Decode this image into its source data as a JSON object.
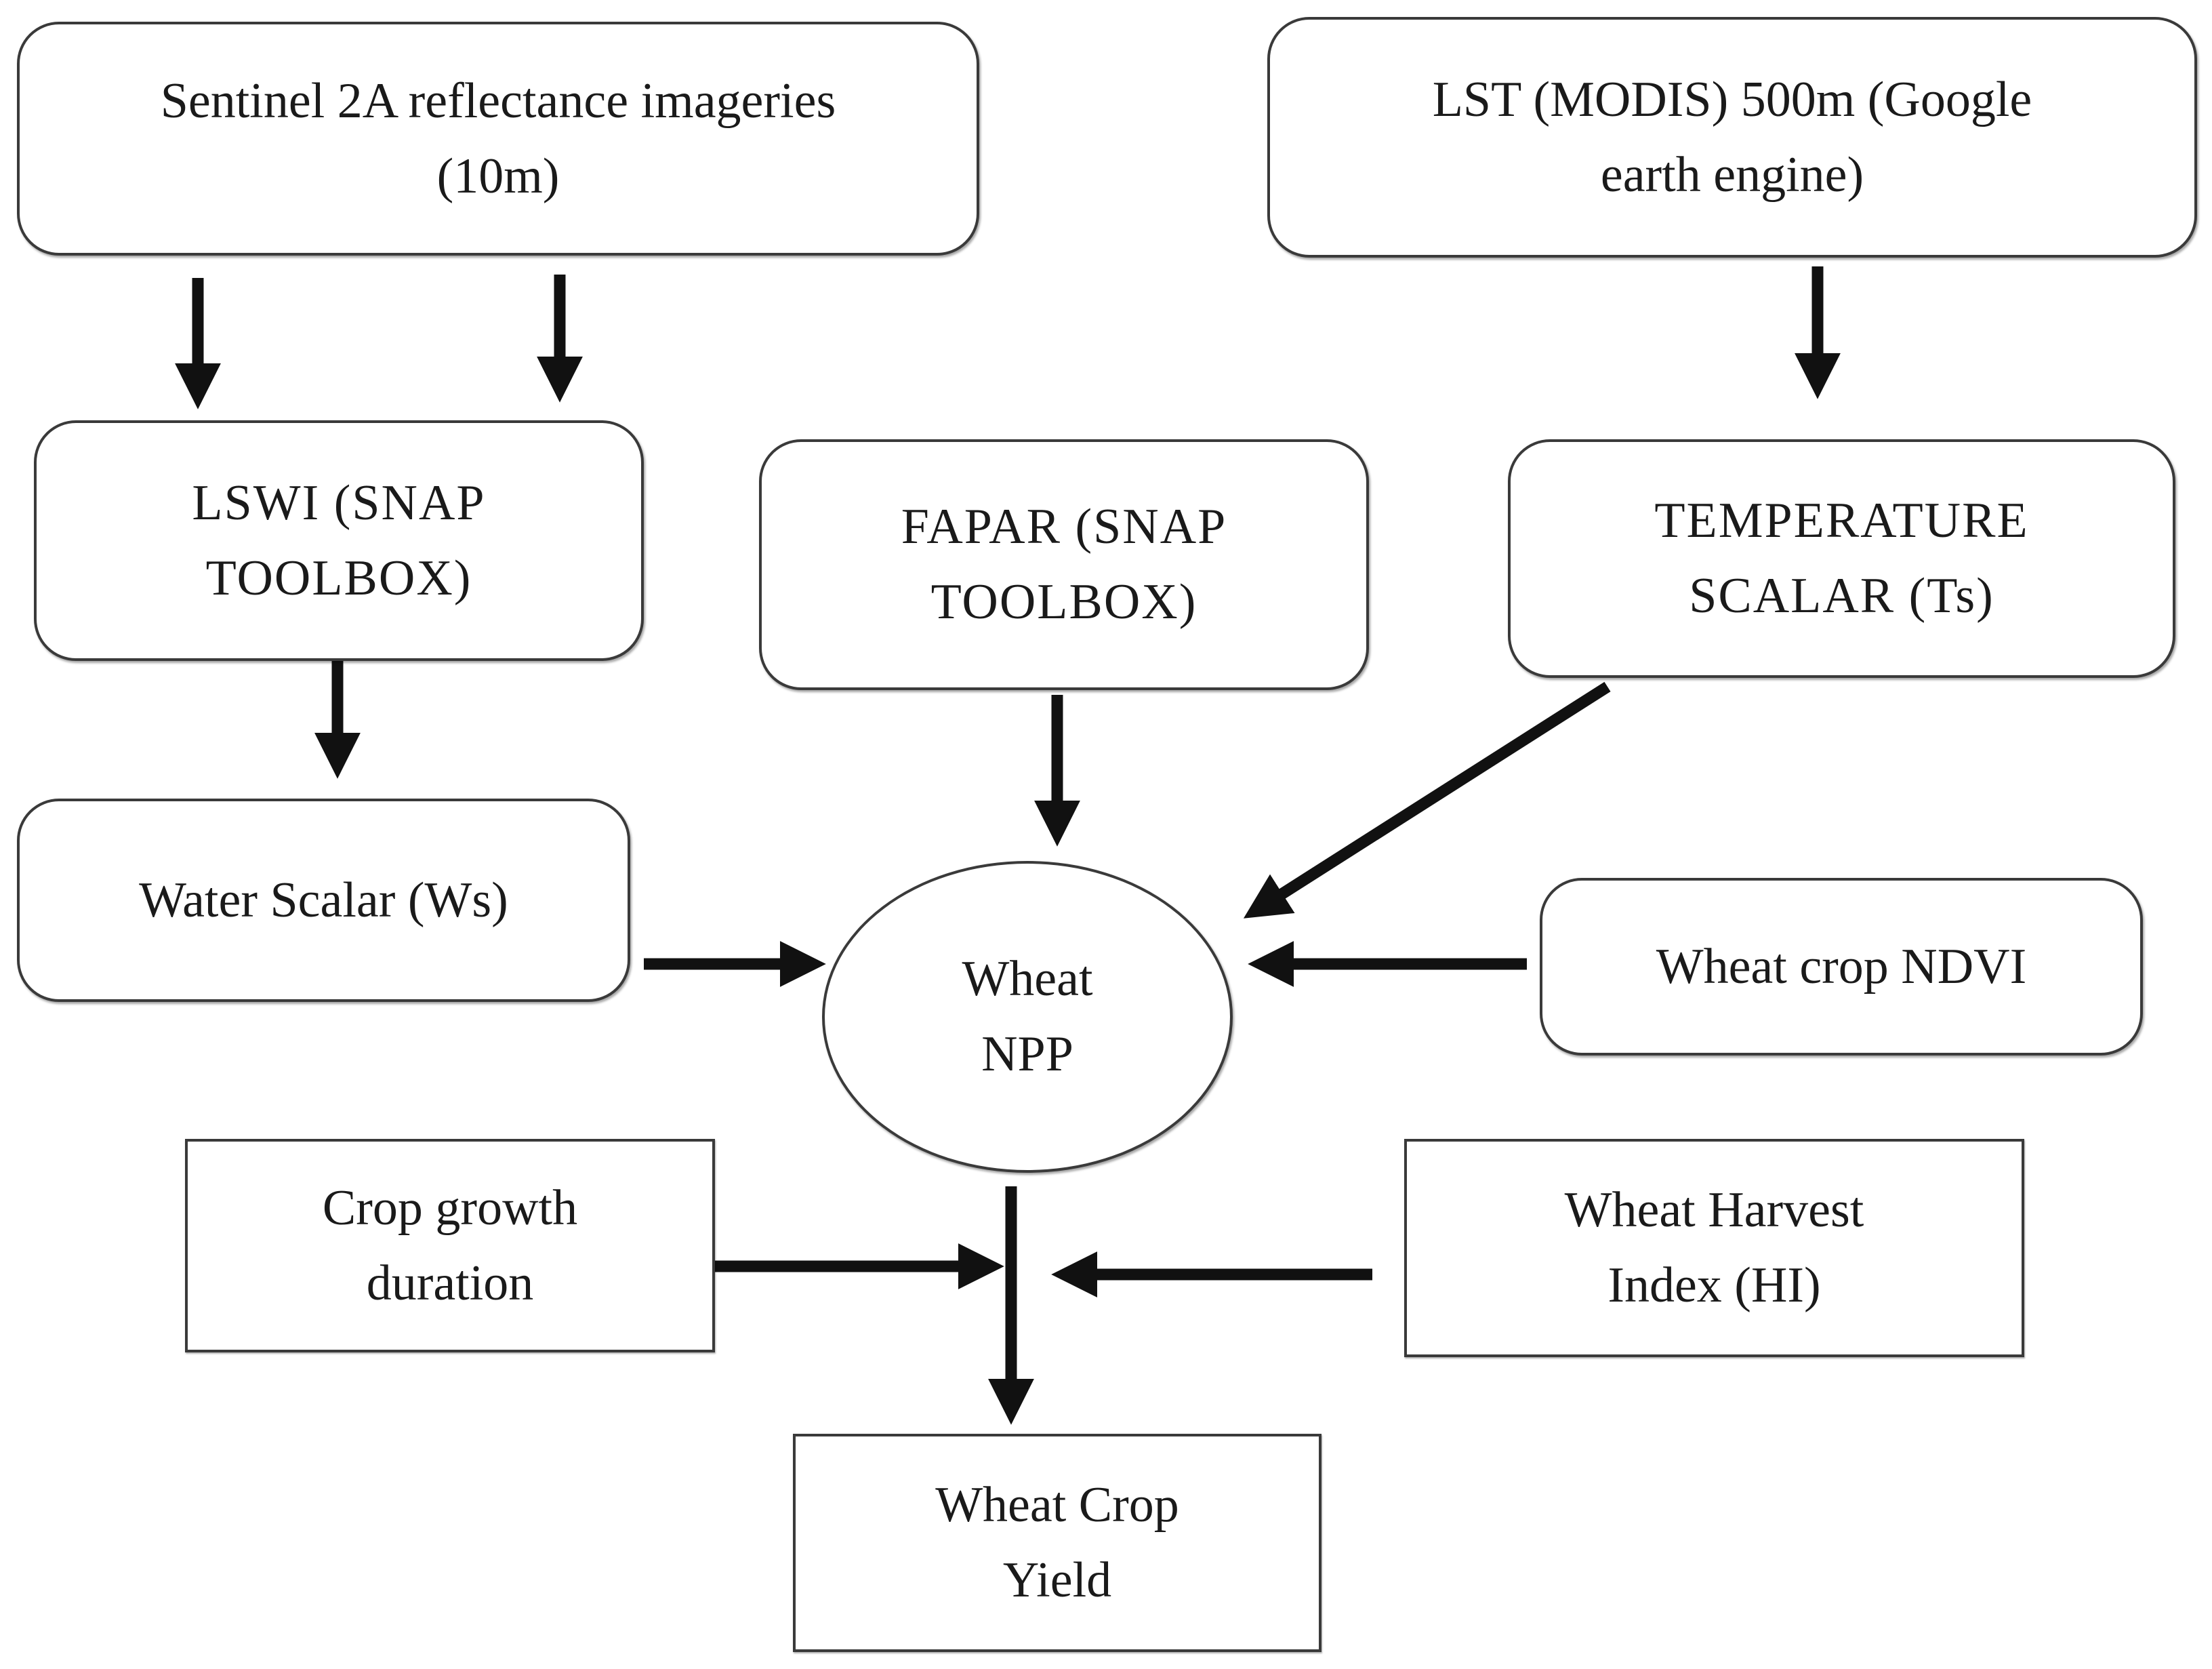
{
  "colors": {
    "arrow": "#111111",
    "box_border": "#3a3a3a",
    "text": "#1a1a1a",
    "background": "#ffffff"
  },
  "nodes": {
    "sentinel": {
      "line1": "Sentinel 2A reflectance imageries",
      "line2": "(10m)"
    },
    "lst": {
      "line1": "LST (MODIS) 500m (Google",
      "line2": "earth engine)"
    },
    "lswi": {
      "line1": "LSWI (SNAP",
      "line2": "TOOLBOX)"
    },
    "fapar": {
      "line1": "FAPAR (SNAP",
      "line2": "TOOLBOX)"
    },
    "temperature": {
      "line1": "TEMPERATURE",
      "line2": "SCALAR (Ts)"
    },
    "water": {
      "line1": "Water Scalar (Ws)"
    },
    "npp": {
      "line1": "Wheat",
      "line2": "NPP"
    },
    "ndvi": {
      "line1": "Wheat crop NDVI"
    },
    "growth": {
      "line1": "Crop growth",
      "line2": "duration"
    },
    "harvest": {
      "line1": "Wheat Harvest",
      "line2": "Index (HI)"
    },
    "yield": {
      "line1": "Wheat Crop",
      "line2": "Yield"
    }
  }
}
